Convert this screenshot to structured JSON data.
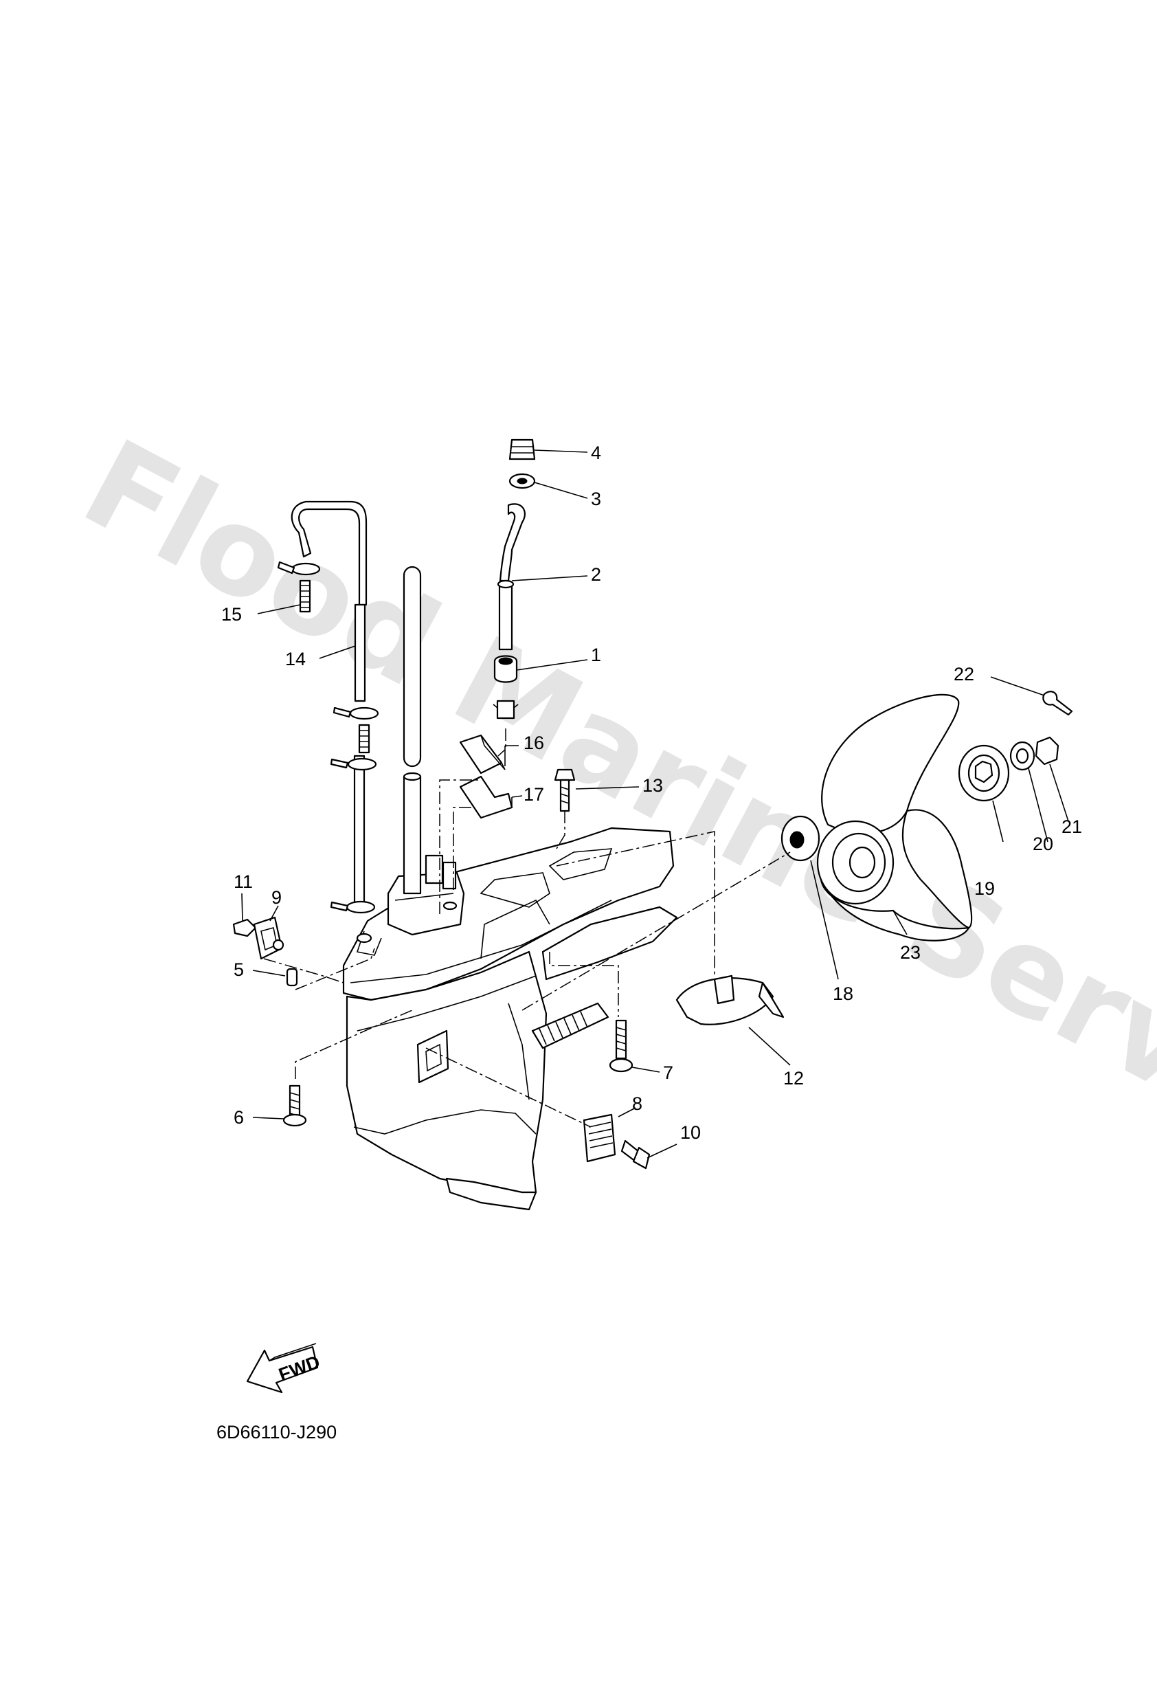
{
  "watermark": "Flood Marine Services",
  "diagram_code": "6D66110-J290",
  "fwd_label": "FWD",
  "callouts": {
    "c1": "1",
    "c2": "2",
    "c3": "3",
    "c4": "4",
    "c5": "5",
    "c6": "6",
    "c7": "7",
    "c8": "8",
    "c9": "9",
    "c10": "10",
    "c11": "11",
    "c12": "12",
    "c13": "13",
    "c14": "14",
    "c15": "15",
    "c16": "16",
    "c17": "17",
    "c18": "18",
    "c19": "19",
    "c20": "20",
    "c21": "21",
    "c22": "22",
    "c23": "23"
  }
}
